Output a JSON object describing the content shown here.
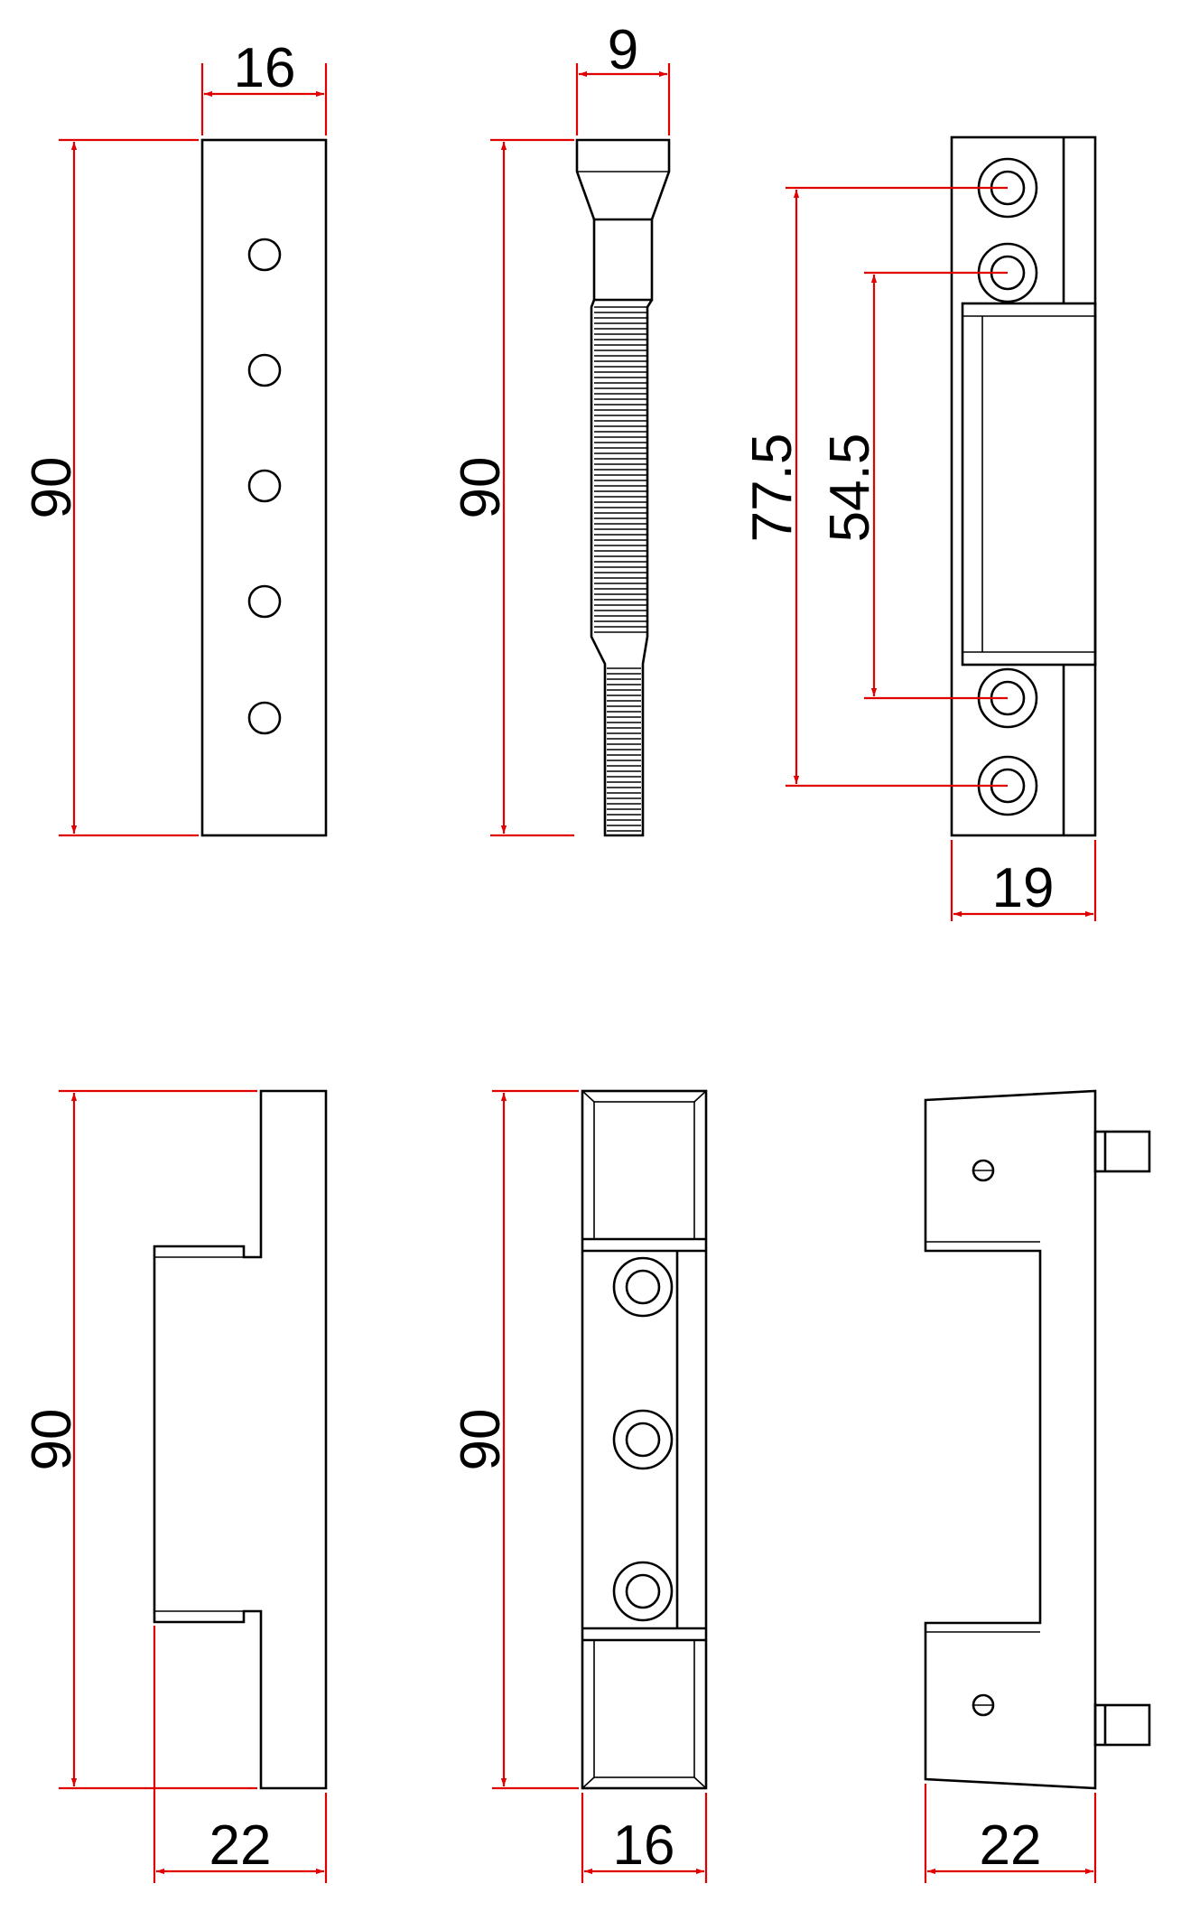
{
  "colors": {
    "outline": "#000000",
    "dimension": "#e00000",
    "background": "#ffffff"
  },
  "views": {
    "front_plate": {
      "width_label": "16",
      "height_label": "90"
    },
    "side_profile": {
      "width_label": "9",
      "height_label": "90"
    },
    "hinge_face": {
      "width_label": "19",
      "outer_span_label": "77.5",
      "inner_span_label": "54.5"
    },
    "l_profile": {
      "width_label": "22",
      "height_label": "90"
    },
    "pocket_view": {
      "width_label": "16",
      "height_label": "90"
    },
    "pin_profile": {
      "width_label": "22"
    }
  }
}
